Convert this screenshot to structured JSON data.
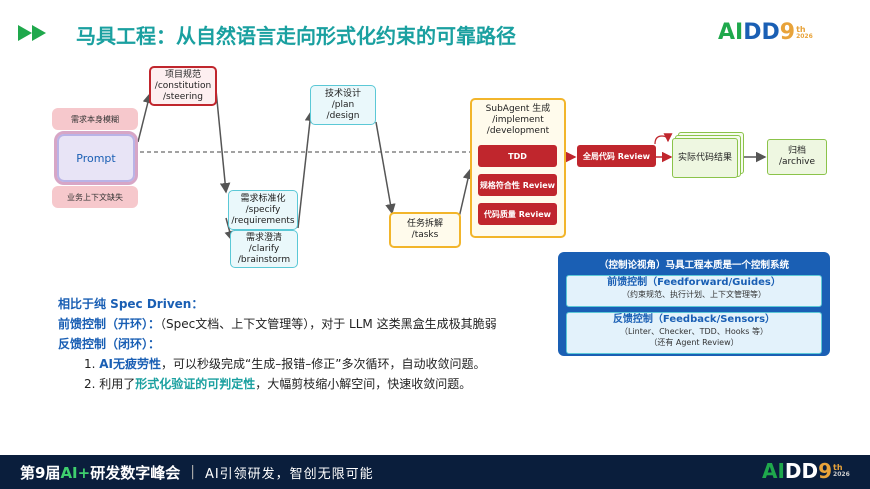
{
  "header": {
    "title": "马具工程：从自然语言走向形式化约束的可靠路径",
    "logo": {
      "ai": "AI",
      "dd": "DD",
      "nine": "9",
      "th": "th",
      "year": "2026"
    }
  },
  "diagram": {
    "prompt": {
      "label": "Prompt",
      "top_issue": "需求本身模糊",
      "bottom_issue": "业务上下文缺失"
    },
    "constitution": [
      "项目规范",
      "/constitution",
      "/steering"
    ],
    "specify": [
      "需求标准化",
      "/specify",
      "/requirements"
    ],
    "clarify": [
      "需求澄清",
      "/clarify",
      "/brainstorm"
    ],
    "plan": [
      "技术设计",
      "/plan",
      "/design"
    ],
    "tasks": [
      "任务拆解",
      "/tasks"
    ],
    "subagent": [
      "SubAgent 生成",
      "/implement",
      "/development"
    ],
    "tdd": "TDD",
    "spec_review": "规格符合性 Review",
    "code_review": "代码质量 Review",
    "global_review": "全局代码 Review",
    "result": "实际代码结果",
    "archive": [
      "归档",
      "/archive"
    ]
  },
  "control": {
    "title": "（控制论视角）马具工程本质是一个控制系统",
    "feedforward": {
      "head": "前馈控制（Feedforward/Guides）",
      "sub": "（约束规范、执行计划、上下文管理等）"
    },
    "feedback": {
      "head": "反馈控制（Feedback/Sensors）",
      "sub1": "（Linter、Checker、TDD、Hooks 等）",
      "sub2": "（还有 Agent Review）"
    }
  },
  "text": {
    "line1": "相比于纯 Spec Driven：",
    "line2_head": "前馈控制（开环）：",
    "line2_body": "（Spec文档、上下文管理等），对于 LLM 这类黑盒生成极其脆弱",
    "line3_head": "反馈控制（闭环）：",
    "line4_pre": "1. ",
    "line4_hl": "AI无疲劳性",
    "line4_post": "，可以秒级完成“生成–报错–修正”多次循环，自动收敛问题。",
    "line5_pre": "2. 利用了",
    "line5_hl": "形式化验证的可判定性",
    "line5_post": "，大幅剪枝缩小解空间，快速收敛问题。"
  },
  "footer": {
    "pre": "第9届",
    "ai": "AI+",
    "post": "研发数字峰会",
    "sep": "|",
    "slogan": "AI引领研发，智创无限可能",
    "logo": {
      "ai": "AI",
      "dd": "DD",
      "nine": "9",
      "th": "th",
      "year": "2026"
    }
  },
  "colors": {
    "accent": "#1aa0a0",
    "brand_blue": "#1a5fb4",
    "red": "#c0262d",
    "green": "#1fa84c"
  }
}
